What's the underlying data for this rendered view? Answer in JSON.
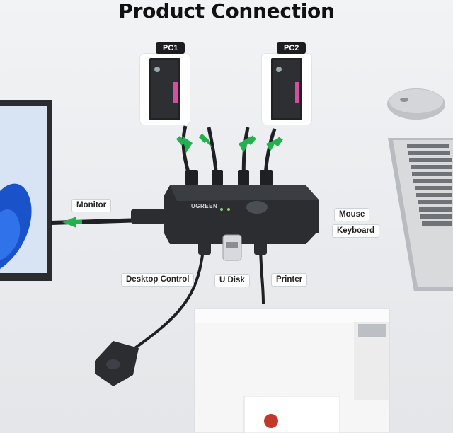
{
  "title": "Product Connection",
  "pcs": [
    {
      "label": "PC1"
    },
    {
      "label": "PC2"
    }
  ],
  "device_brand": "UGREEN",
  "labels": {
    "monitor": "Monitor",
    "mouse": "Mouse",
    "keyboard": "Keyboard",
    "desktop_control": "Desktop Control",
    "u_disk": "U Disk",
    "printer": "Printer"
  },
  "colors": {
    "arrow": "#22b14c",
    "device": "#2b2d31",
    "screen": "#1a53c9"
  },
  "icons": [
    "monitor-icon",
    "pc-tower-icon",
    "mouse-icon",
    "keyboard-icon",
    "usb-switch-icon",
    "remote-button-icon",
    "printer-icon",
    "usb-drive-icon"
  ]
}
